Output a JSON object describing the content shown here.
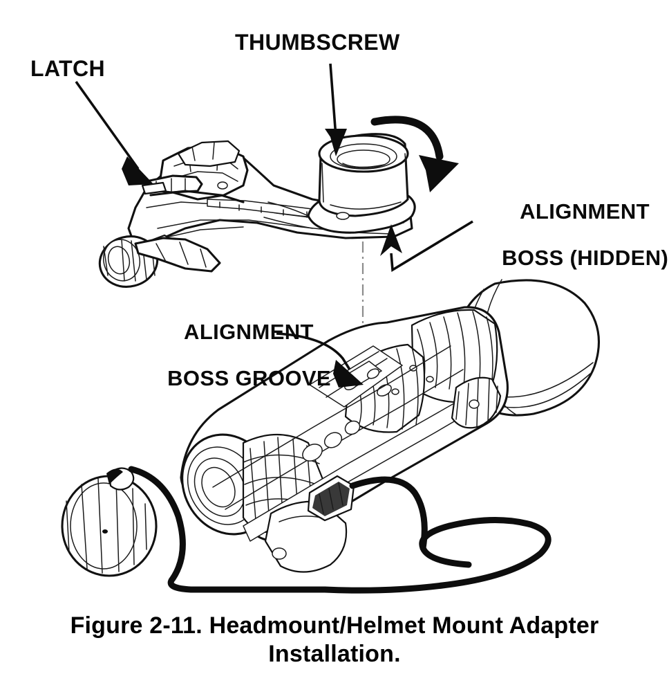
{
  "figure": {
    "number": "Figure 2-11.",
    "title_line1": "Figure 2-11.  Headmount/Helmet Mount Adapter",
    "title_line2": "Installation.",
    "full_caption": "Figure 2-11.  Headmount/Helmet Mount Adapter Installation."
  },
  "callouts": {
    "latch": "LATCH",
    "thumbscrew": "THUMBSCREW",
    "alignment_boss_hidden_l1": "ALIGNMENT",
    "alignment_boss_hidden_l2": "BOSS (HIDDEN)",
    "alignment_boss_groove_l1": "ALIGNMENT",
    "alignment_boss_groove_l2": "BOSS GROOVE"
  },
  "colors": {
    "ink": "#0a0a0a",
    "line": "#111111",
    "background": "#ffffff",
    "centerline": "#8c8c8c",
    "cable": "#0d0d0d"
  },
  "components": {
    "adapter_bracket": "headmount-helmet-mount-adapter-bracket",
    "latch_lever": "spring-latch-lever",
    "thumbscrew_collar": "thumbscrew-ring-collar",
    "knurled_knob": "knurled-adjustment-knob",
    "alignment_boss": "alignment-boss-hidden-under-arm",
    "alignment_boss_groove": "alignment-boss-groove-on-housing",
    "nvg_body": "night-vision-monocular-housing",
    "objective_lens": "objective-lens-with-focus-ring",
    "eyecup": "rear-eyecup-assembly",
    "diopter_rings": "ribbed-diopter-adjustment-rings",
    "lens_cap": "tethered-knurled-lens-cap",
    "power_cable": "coiled-power-cable"
  },
  "annotations": {
    "rotation_arrow": "clockwise-rotation-of-thumbscrew",
    "centerline": "vertical-alignment-centerline-dash-dot"
  }
}
